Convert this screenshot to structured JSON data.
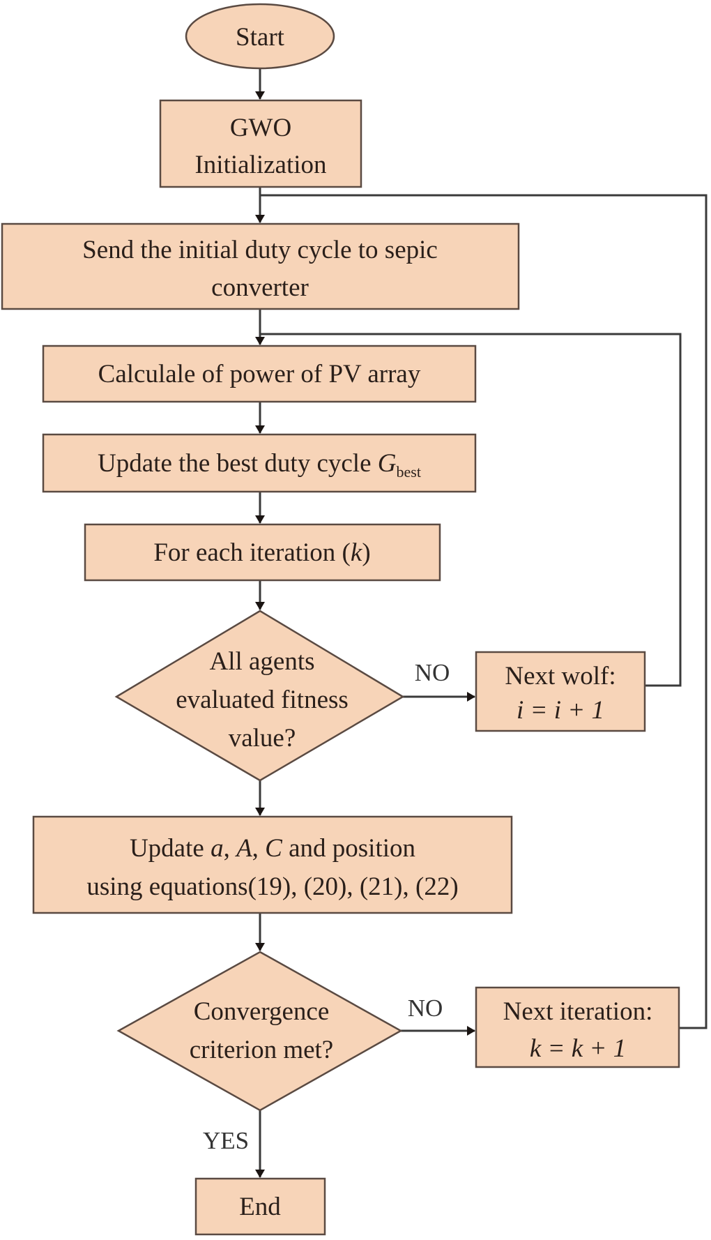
{
  "colors": {
    "node_fill": "#f7d4b8",
    "node_stroke": "#5a4a42",
    "edge": "#3a3a3a",
    "text": "#2a1f1a"
  },
  "nodes": {
    "start": {
      "label": "Start"
    },
    "gwo_init": {
      "line1": "GWO",
      "line2": "Initialization"
    },
    "send_duty": {
      "line1": "Send the initial duty cycle to sepic",
      "line2": "converter"
    },
    "calc_power": {
      "label": "Calculale of power of PV array"
    },
    "update_best": {
      "label": "Update the best duty cycle ",
      "var": "G",
      "sub": "best"
    },
    "for_each_iter": {
      "label_pre": "For each iteration (",
      "var": "k",
      "label_post": ")"
    },
    "decision_agents": {
      "line1": "All agents",
      "line2": "evaluated fitness",
      "line3": "value?"
    },
    "next_wolf": {
      "line1": "Next wolf:",
      "line2": "i = i + 1"
    },
    "update_params": {
      "line1_pre": "Update ",
      "var_a": "a",
      "sep1": ", ",
      "var_A": "A",
      "sep2": ", ",
      "var_C": "C",
      "line1_post": " and position",
      "line2": "using equations(19), (20), (21), (22)"
    },
    "decision_convergence": {
      "line1": "Convergence",
      "line2": "criterion met?"
    },
    "next_iteration": {
      "line1": "Next iteration:",
      "line2": "k = k + 1"
    },
    "end": {
      "label": "End"
    }
  },
  "edge_labels": {
    "agents_no": "NO",
    "convergence_no": "NO",
    "convergence_yes": "YES"
  }
}
